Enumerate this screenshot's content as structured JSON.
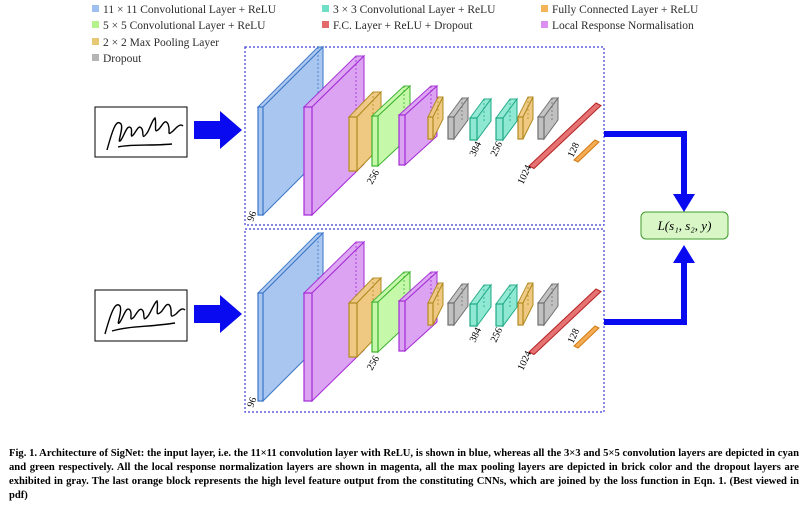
{
  "legend": [
    {
      "label": "11 × 11 Convolutional Layer + ReLU",
      "color": "#9fc0ee"
    },
    {
      "label": "3 × 3 Convolutional Layer + ReLU",
      "color": "#6fe0c6"
    },
    {
      "label": "Fully Connected Layer + ReLU",
      "color": "#f5b45a"
    },
    {
      "label": "5 × 5 Convolutional Layer + ReLU",
      "color": "#b6f28c"
    },
    {
      "label": "F.C. Layer + ReLU + Dropout",
      "color": "#e26a6a"
    },
    {
      "label": "Local Response Normalisation",
      "color": "#dc8ef2"
    },
    {
      "label": "2 × 2 Max Pooling Layer",
      "color": "#e6c875"
    },
    {
      "label": "Dropout",
      "color": "#b5b5b5"
    }
  ],
  "colors": {
    "conv11": "#a8c6ef",
    "conv11_edge": "#3a76c8",
    "lrn": "#dca3f3",
    "lrn_edge": "#a42bd6",
    "pool": "#efc981",
    "pool_edge": "#b08a1e",
    "conv5": "#c5f8a8",
    "conv5_edge": "#3cb22e",
    "conv3": "#8fe8d2",
    "conv3_edge": "#1fa985",
    "dropout": "#c0c0c0",
    "dropout_edge": "#6f6f6f",
    "fc_dropout": "#e67373",
    "fc_dropout_edge": "#b52222",
    "fc": "#f5ad55",
    "fc_edge": "#cf7a12",
    "arrow": "#0a0af0",
    "loss_box": "#d9f7c6",
    "loss_box_edge": "#3e9c2a"
  },
  "branch_labels": [
    "96",
    "256",
    "384",
    "256",
    "1024",
    "128"
  ],
  "loss_label": "L(s₁, s₂, y)",
  "caption": "Fig. 1. Architecture of SigNet: the input layer, i.e. the 11×11 convolution layer with ReLU, is shown in blue, whereas all the 3×3 and 5×5 convolution layers are depicted in cyan and green respectively. All the local response normalization layers are shown in magenta, all the max pooling layers are depicted in brick color and the dropout layers are exhibited in gray. The last orange block represents the high level feature output from the constituting CNNs, which are joined by the loss function in Eqn. 1. (Best viewed in pdf)",
  "icons": {
    "signature_1": "signature-image",
    "signature_2": "signature-image",
    "arrow": "block-arrow"
  }
}
